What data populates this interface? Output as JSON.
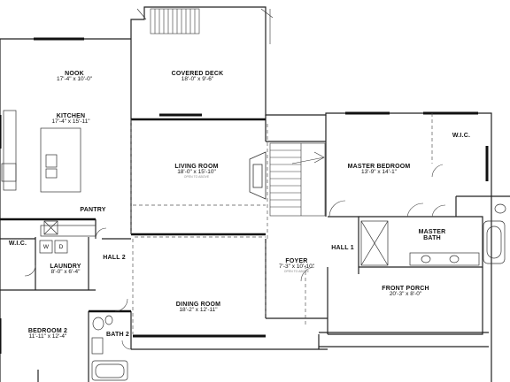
{
  "rooms": {
    "nook": {
      "name": "NOOK",
      "dims": "17'-4\" x 10'-0\""
    },
    "covered_deck": {
      "name": "COVERED DECK",
      "dims": "18'-0\" x 9'-6\""
    },
    "kitchen": {
      "name": "KITCHEN",
      "dims": "17'-4\" x 15'-11\""
    },
    "living_room": {
      "name": "LIVING ROOM",
      "dims": "18'-0\" x 15'-10\"",
      "note": "OPEN TO ABOVE"
    },
    "master_bedroom": {
      "name": "MASTER BEDROOM",
      "dims": "13'-9\" x 14'-1\""
    },
    "wic_master": {
      "name": "W.I.C."
    },
    "pantry": {
      "name": "PANTRY"
    },
    "wic_laundry": {
      "name": "W.I.C."
    },
    "laundry": {
      "name": "LAUNDRY",
      "dims": "8'-0\" x 6'-4\""
    },
    "hall_2": {
      "name": "HALL 2"
    },
    "hall_1": {
      "name": "HALL 1"
    },
    "master_bath": {
      "name": "MASTER",
      "name2": "BATH"
    },
    "foyer": {
      "name": "FOYER",
      "dims": "7'-3\" x 10'-10\"",
      "note": "OPEN TO ABOVE"
    },
    "front_porch": {
      "name": "FRONT PORCH",
      "dims": "20'-3\" x 8'-0\""
    },
    "dining_room": {
      "name": "DINING ROOM",
      "dims": "18'-2\" x 12'-11\""
    },
    "bedroom_2": {
      "name": "BEDROOM 2",
      "dims": "11'-11\" x 12'-4\""
    },
    "bath_2": {
      "name": "BATH 2"
    }
  },
  "appliances": {
    "washer": "W",
    "dryer": "D"
  },
  "colors": {
    "wall": "#111111",
    "stroke": "#222222",
    "dashed": "#555555",
    "window": "#111111"
  }
}
